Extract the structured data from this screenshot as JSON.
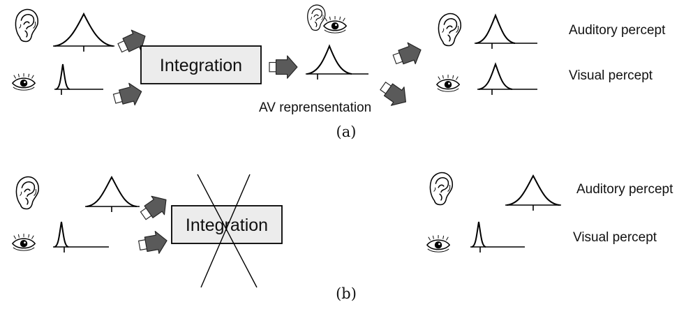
{
  "panel_a": {
    "integration_label": "Integration",
    "av_label": "AV reprensentation",
    "auditory_label": "Auditory percept",
    "visual_label": "Visual percept",
    "caption": "(a)"
  },
  "panel_b": {
    "integration_label": "Integration",
    "auditory_label": "Auditory percept",
    "visual_label": "Visual percept",
    "caption": "(b)"
  },
  "icons": [
    "ear-icon",
    "eye-icon",
    "ear-eye-combined-icon",
    "arrow-icon",
    "cross-out-icon"
  ]
}
